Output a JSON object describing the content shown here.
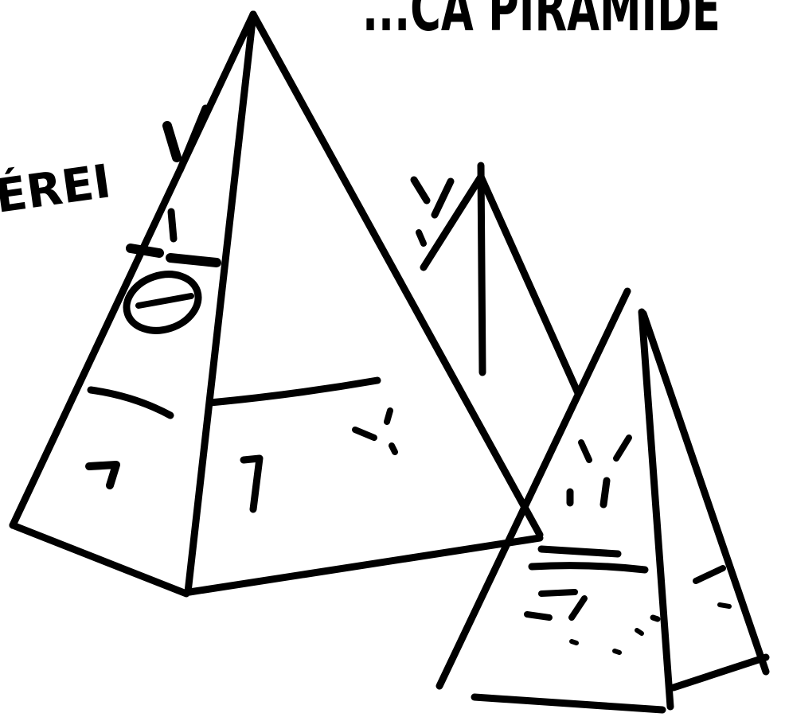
{
  "drawing": {
    "background_color": "#ffffff",
    "ink_color": "#000000",
    "title_text": "...CA PIRAMIDE",
    "side_text": "ÉREI",
    "shapes": [
      "large-pyramid",
      "medium-pyramid",
      "small-pyramid"
    ]
  }
}
